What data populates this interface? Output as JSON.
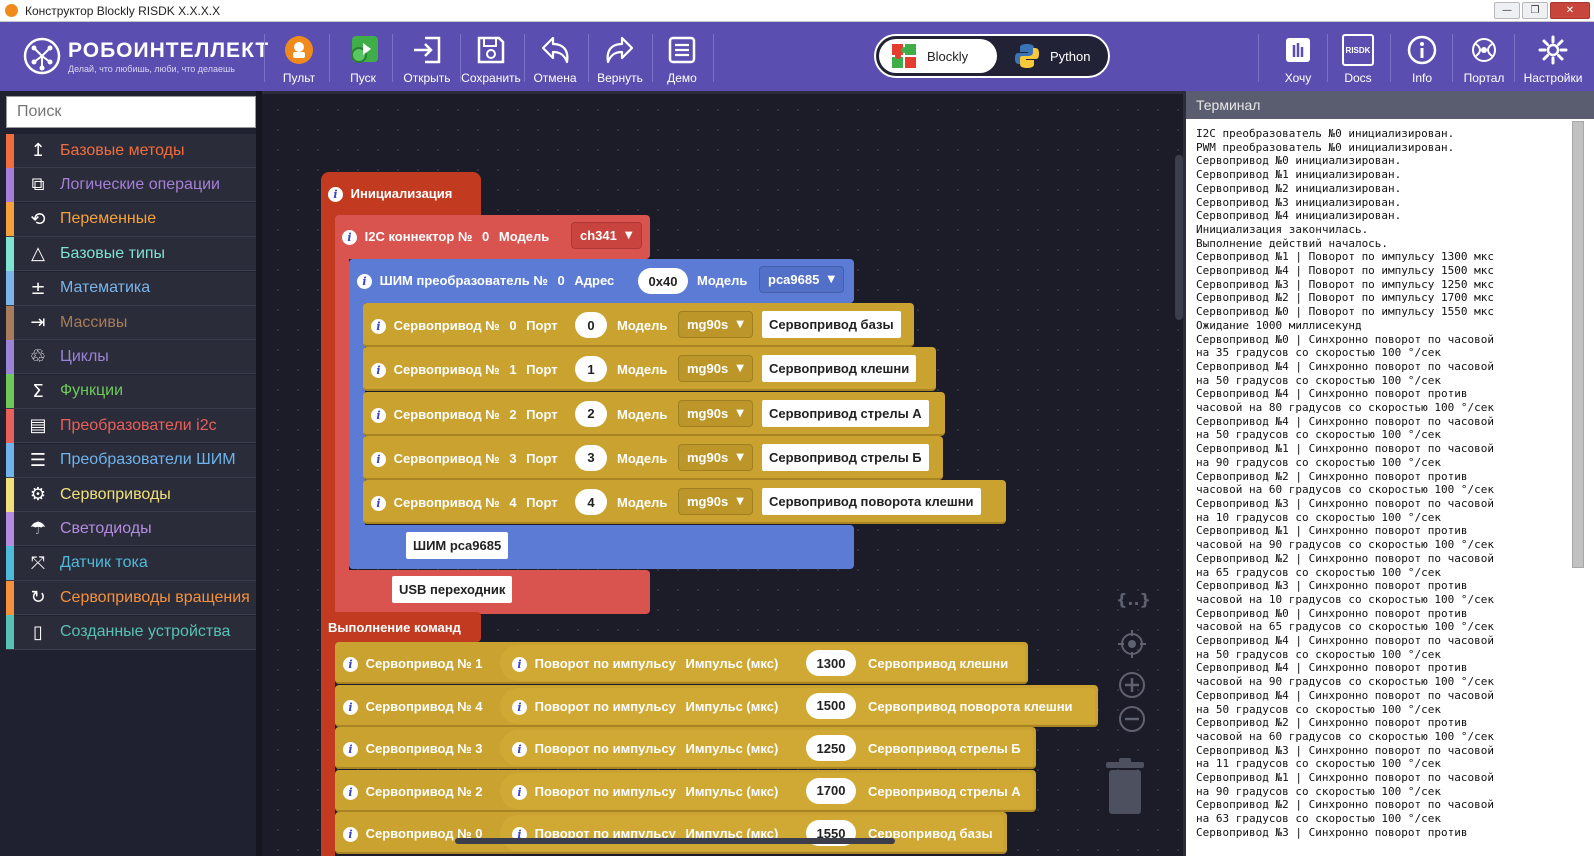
{
  "window": {
    "title": "Конструктор Blockly RISDK X.X.X.X",
    "minimize": "—",
    "maximize": "❐",
    "close": "✕"
  },
  "logo": {
    "name": "РОБОИНТЕЛЛЕКТ",
    "slogan": "Делай, что любишь, люби, что делаешь"
  },
  "toolbar": {
    "buttons": [
      {
        "label": "Пульт",
        "icon": "remote-icon"
      },
      {
        "label": "Пуск",
        "icon": "run-icon"
      },
      {
        "label": "Открыть",
        "icon": "open-icon"
      },
      {
        "label": "Сохранить",
        "icon": "save-icon"
      },
      {
        "label": "Отмена",
        "icon": "undo-icon"
      },
      {
        "label": "Вернуть",
        "icon": "redo-icon"
      },
      {
        "label": "Демо",
        "icon": "demo-icon"
      }
    ],
    "right_buttons": [
      {
        "label": "Хочу",
        "icon": "wish-icon"
      },
      {
        "label": "Docs",
        "icon": "docs-icon",
        "icon_text": "RISDK"
      },
      {
        "label": "Info",
        "icon": "info-icon"
      },
      {
        "label": "Портал",
        "icon": "portal-icon"
      },
      {
        "label": "Настройки",
        "icon": "settings-icon"
      }
    ],
    "mode_toggle": {
      "active": "Blockly",
      "inactive": "Python"
    }
  },
  "sidebar": {
    "search_placeholder": "Поиск",
    "categories": [
      {
        "label": "Базовые методы",
        "color": "#f26d3d",
        "icon": "↥"
      },
      {
        "label": "Логические операции",
        "color": "#a57fd7",
        "icon": "⧉"
      },
      {
        "label": "Переменные",
        "color": "#f7a13c",
        "icon": "⟲"
      },
      {
        "label": "Базовые типы",
        "color": "#7fe3d1",
        "icon": "△"
      },
      {
        "label": "Математика",
        "color": "#7ab4e8",
        "icon": "±"
      },
      {
        "label": "Массивы",
        "color": "#a87c5a",
        "icon": "⇥"
      },
      {
        "label": "Циклы",
        "color": "#9b83d6",
        "icon": "♲"
      },
      {
        "label": "Функции",
        "color": "#6cc95a",
        "icon": "Σ"
      },
      {
        "label": "Преобразователи i2c",
        "color": "#e8605a",
        "icon": "▤"
      },
      {
        "label": "Преобразователи ШИМ",
        "color": "#6fb3ea",
        "icon": "☰"
      },
      {
        "label": "Сервоприводы",
        "color": "#f1e07a",
        "icon": "⚙"
      },
      {
        "label": "Светодиоды",
        "color": "#b48be0",
        "icon": "☂"
      },
      {
        "label": "Датчик тока",
        "color": "#4fb9d9",
        "icon": "⤧"
      },
      {
        "label": "Сервоприводы вращения",
        "color": "#f5903c",
        "icon": "↻"
      },
      {
        "label": "Созданные устройства",
        "color": "#57c2b5",
        "icon": "▯"
      }
    ]
  },
  "blocks": {
    "init_label": "Инициализация",
    "i2c": {
      "text": "I2C коннектор №",
      "num": "0",
      "model_label": "Модель",
      "model": "ch341"
    },
    "pwm": {
      "text": "ШИМ преобразователь №",
      "num": "0",
      "addr_label": "Адрес",
      "addr": "0x40",
      "model_label": "Модель",
      "model": "pca9685"
    },
    "servos": [
      {
        "text": "Сервопривод №",
        "num": "0",
        "port_label": "Порт",
        "port": "0",
        "model_label": "Модель",
        "model": "mg90s",
        "name": "Сервопривод базы"
      },
      {
        "text": "Сервопривод №",
        "num": "1",
        "port_label": "Порт",
        "port": "1",
        "model_label": "Модель",
        "model": "mg90s",
        "name": "Сервопривод клешни"
      },
      {
        "text": "Сервопривод №",
        "num": "2",
        "port_label": "Порт",
        "port": "2",
        "model_label": "Модель",
        "model": "mg90s",
        "name": "Сервопривод стрелы А"
      },
      {
        "text": "Сервопривод №",
        "num": "3",
        "port_label": "Порт",
        "port": "3",
        "model_label": "Модель",
        "model": "mg90s",
        "name": "Сервопривод стрелы Б"
      },
      {
        "text": "Сервопривод №",
        "num": "4",
        "port_label": "Порт",
        "port": "4",
        "model_label": "Модель",
        "model": "mg90s",
        "name": "Сервопривод поворота клешни"
      }
    ],
    "pwm_slot": "ШИМ pca9685",
    "usb_slot": "USB переходник",
    "exec_label": "Выполнение команд",
    "commands": [
      {
        "servo": "Сервопривод № 1",
        "action": "Поворот по импульсу",
        "param_label": "Импульс (мкс)",
        "value": "1300",
        "target": "Сервопривод клешни"
      },
      {
        "servo": "Сервопривод № 4",
        "action": "Поворот по импульсу",
        "param_label": "Импульс (мкс)",
        "value": "1500",
        "target": "Сервопривод поворота клешни"
      },
      {
        "servo": "Сервопривод № 3",
        "action": "Поворот по импульсу",
        "param_label": "Импульс (мкс)",
        "value": "1250",
        "target": "Сервопривод стрелы Б"
      },
      {
        "servo": "Сервопривод № 2",
        "action": "Поворот по импульсу",
        "param_label": "Импульс (мкс)",
        "value": "1700",
        "target": "Сервопривод стрелы А"
      },
      {
        "servo": "Сервопривод № 0",
        "action": "Поворот по импульсу",
        "param_label": "Импульс (мкс)",
        "value": "1550",
        "target": "Сервопривод базы"
      }
    ]
  },
  "workspace_tools": {
    "braces": "{..}"
  },
  "terminal": {
    "title": "Терминал",
    "lines": [
      "I2C преобразователь №0 инициализирован.",
      "PWM преобразователь №0 инициализирован.",
      "Сервопривод №0 инициализирован.",
      "Сервопривод №1 инициализирован.",
      "Сервопривод №2 инициализирован.",
      "Сервопривод №3 инициализирован.",
      "Сервопривод №4 инициализирован.",
      "Инициализация закончилась.",
      "Выполнение действий началось.",
      "Сервопривод №1 | Поворот по импульсу 1300 мкс",
      "Сервопривод №4 | Поворот по импульсу 1500 мкс",
      "Сервопривод №3 | Поворот по импульсу 1250 мкс",
      "Сервопривод №2 | Поворот по импульсу 1700 мкс",
      "Сервопривод №0 | Поворот по импульсу 1550 мкс",
      "Ожидание 1000 миллисекунд",
      "Сервопривод №0 | Синхронно поворот по часовой",
      "на 35 градусов со скоростью 100 °/сек",
      "Сервопривод №4 | Синхронно поворот по часовой",
      "на 50 градусов со скоростью 100 °/сек",
      "Сервопривод №4 | Синхронно поворот против",
      "часовой на 80 градусов со скоростью 100 °/сек",
      "Сервопривод №4 | Синхронно поворот по часовой",
      "на 50 градусов со скоростью 100 °/сек",
      "Сервопривод №1 | Синхронно поворот по часовой",
      "на 90 градусов со скоростью 100 °/сек",
      "Сервопривод №2 | Синхронно поворот против",
      "часовой на 60 градусов со скоростью 100 °/сек",
      "Сервопривод №3 | Синхронно поворот по часовой",
      "на 10 градусов со скоростью 100 °/сек",
      "Сервопривод №1 | Синхронно поворот против",
      "часовой на 90 градусов со скоростью 100 °/сек",
      "Сервопривод №2 | Синхронно поворот по часовой",
      "на 65 градусов со скоростью 100 °/сек",
      "Сервопривод №3 | Синхронно поворот против",
      "часовой на 10 градусов со скоростью 100 °/сек",
      "Сервопривод №0 | Синхронно поворот против",
      "часовой на 65 градусов со скоростью 100 °/сек",
      "Сервопривод №4 | Синхронно поворот по часовой",
      "на 50 градусов со скоростью 100 °/сек",
      "Сервопривод №4 | Синхронно поворот против",
      "часовой на 90 градусов со скоростью 100 °/сек",
      "Сервопривод №4 | Синхронно поворот по часовой",
      "на 50 градусов со скоростью 100 °/сек",
      "Сервопривод №2 | Синхронно поворот против",
      "часовой на 60 градусов со скоростью 100 °/сек",
      "Сервопривод №3 | Синхронно поворот по часовой",
      "на 11 градусов со скоростью 100 °/сек",
      "Сервопривод №1 | Синхронно поворот по часовой",
      "на 90 градусов со скоростью 100 °/сек",
      "Сервопривод №2 | Синхронно поворот по часовой",
      "на 63 градусов со скоростью 100 °/сек",
      "Сервопривод №3 | Синхронно поворот против"
    ]
  },
  "colors": {
    "toolbar": "#5a4fb0",
    "init_block": "#c23a1f",
    "i2c_block": "#d9534f",
    "pwm_block": "#5b7bd5",
    "servo_block": "#c9a230"
  }
}
